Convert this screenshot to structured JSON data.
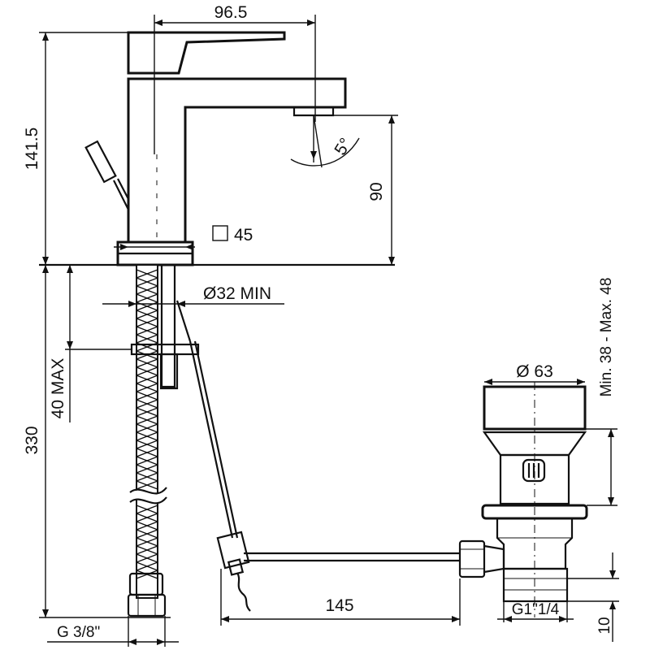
{
  "drawing": {
    "dimensions": {
      "spout_reach": "96.5",
      "total_height": "141.5",
      "spout_height": "90",
      "body_square": "45",
      "hole_diameter": "Ø32 MIN",
      "deck_thickness": "40 MAX",
      "hose_length": "330",
      "pop_up_rod": "145",
      "hose_thread": "G 3/8\"",
      "waste_diameter": "Ø 63",
      "waste_deck_range": "Min. 38 - Max. 48",
      "waste_thread": "G1\"1/4",
      "waste_tail": "10",
      "spout_angle": "5°"
    },
    "colors": {
      "line": "#111111",
      "background": "#ffffff"
    }
  }
}
